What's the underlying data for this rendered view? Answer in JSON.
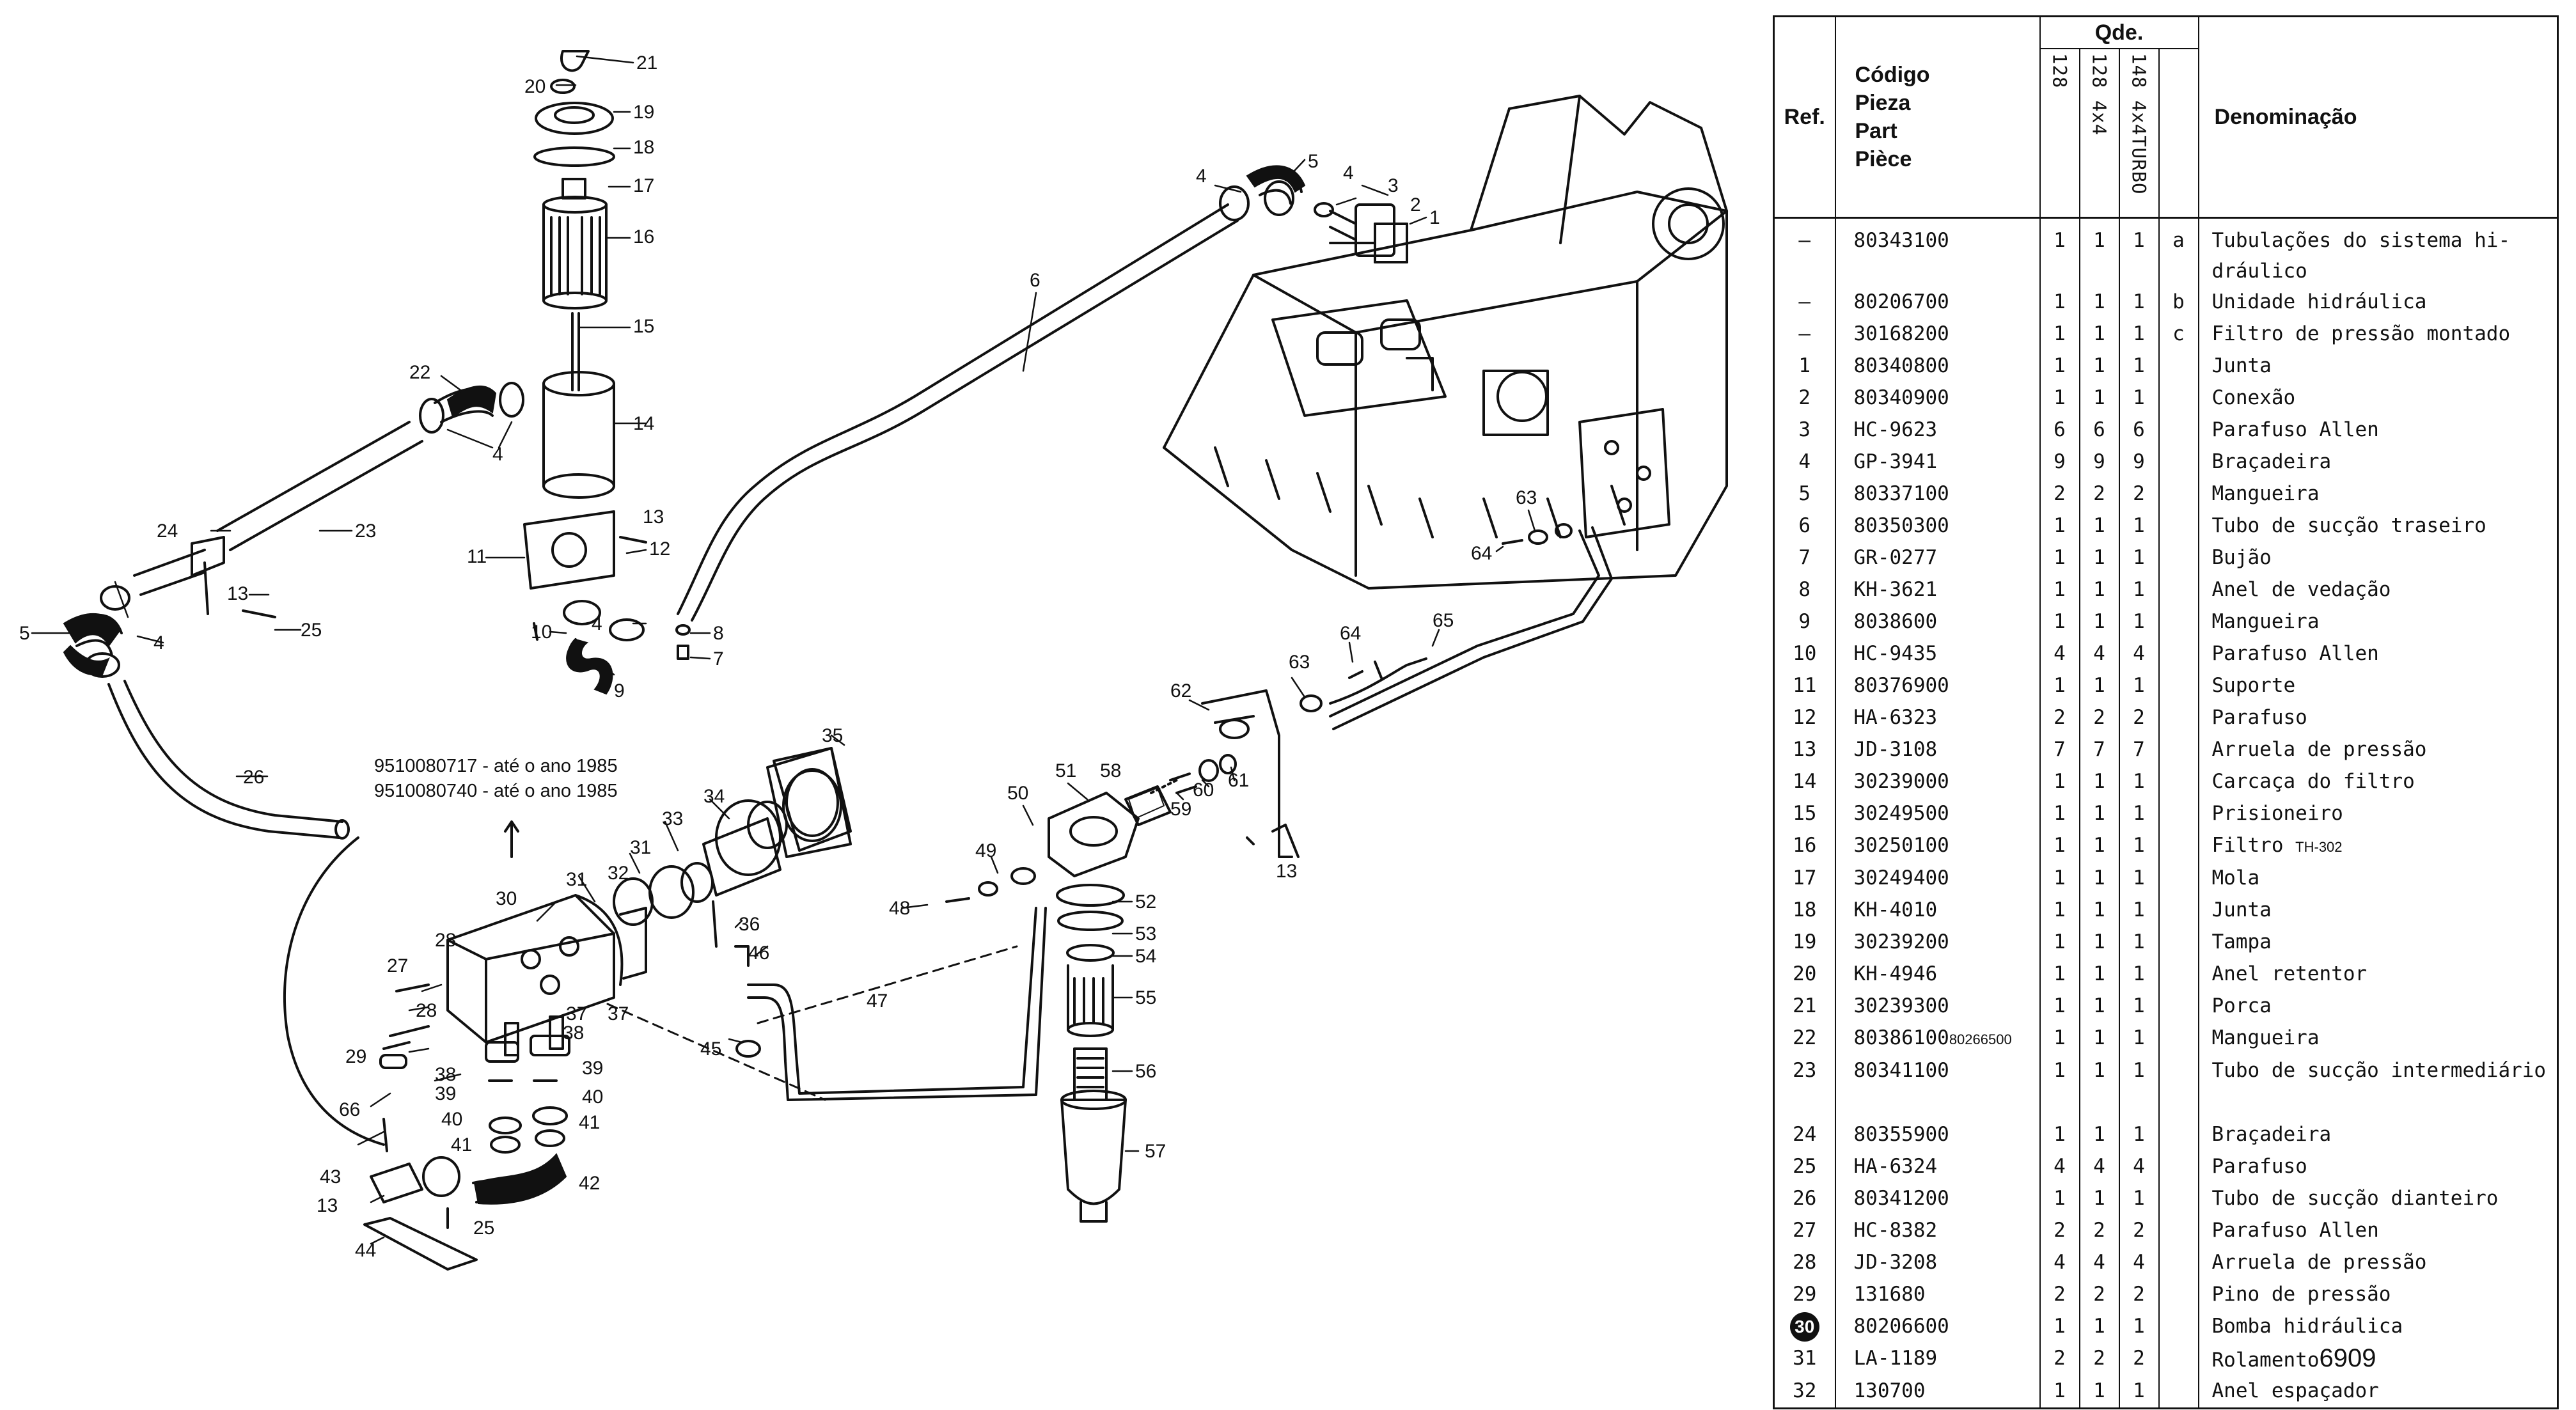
{
  "diagram": {
    "labels": [
      "1",
      "2",
      "3",
      "4",
      "4",
      "4",
      "4",
      "4",
      "5",
      "5",
      "6",
      "7",
      "8",
      "9",
      "10",
      "11",
      "12",
      "13",
      "13",
      "13",
      "13",
      "14",
      "15",
      "16",
      "17",
      "18",
      "19",
      "20",
      "21",
      "22",
      "23",
      "24",
      "25",
      "25",
      "26",
      "27",
      "28",
      "28",
      "29",
      "30",
      "31",
      "31",
      "32",
      "33",
      "34",
      "35",
      "36",
      "37",
      "37",
      "38",
      "38",
      "39",
      "39",
      "40",
      "40",
      "41",
      "41",
      "42",
      "43",
      "44",
      "45",
      "46",
      "47",
      "48",
      "49",
      "50",
      "51",
      "52",
      "53",
      "54",
      "55",
      "56",
      "57",
      "58",
      "59",
      "60",
      "61",
      "62",
      "63",
      "63",
      "64",
      "64",
      "65",
      "66"
    ],
    "note_line1": "9510080717 - até o ano 1985",
    "note_line2": "9510080740 - até o ano 1985"
  },
  "table": {
    "headers": {
      "ref": "Ref.",
      "code": [
        "Código",
        "Pieza",
        "Part",
        "Pièce"
      ],
      "qde": "Qde.",
      "models": [
        "128",
        "128 4x4",
        "148 4x4TURBO"
      ],
      "denomination": "Denominação"
    },
    "rows": [
      {
        "ref": "–",
        "code": "80343100",
        "q": [
          "1",
          "1",
          "1"
        ],
        "letter": "a",
        "name": "Tubulações do sistema hi-",
        "name2": "dráulico"
      },
      {
        "ref": "–",
        "code": "80206700",
        "q": [
          "1",
          "1",
          "1"
        ],
        "letter": "b",
        "name": "Unidade hidráulica"
      },
      {
        "ref": "–",
        "code": "30168200",
        "q": [
          "1",
          "1",
          "1"
        ],
        "letter": "c",
        "name": "Filtro de pressão montado"
      },
      {
        "ref": "1",
        "code": "80340800",
        "q": [
          "1",
          "1",
          "1"
        ],
        "letter": "",
        "name": "Junta"
      },
      {
        "ref": "2",
        "code": "80340900",
        "q": [
          "1",
          "1",
          "1"
        ],
        "letter": "",
        "name": "Conexão"
      },
      {
        "ref": "3",
        "code": "HC-9623",
        "q": [
          "6",
          "6",
          "6"
        ],
        "letter": "",
        "name": "Parafuso Allen"
      },
      {
        "ref": "4",
        "code": "GP-3941",
        "q": [
          "9",
          "9",
          "9"
        ],
        "letter": "",
        "name": "Braçadeira"
      },
      {
        "ref": "5",
        "code": "80337100",
        "q": [
          "2",
          "2",
          "2"
        ],
        "letter": "",
        "name": "Mangueira"
      },
      {
        "ref": "6",
        "code": "80350300",
        "q": [
          "1",
          "1",
          "1"
        ],
        "letter": "",
        "name": "Tubo de sucção traseiro"
      },
      {
        "ref": "7",
        "code": "GR-0277",
        "q": [
          "1",
          "1",
          "1"
        ],
        "letter": "",
        "name": "Bujão"
      },
      {
        "ref": "8",
        "code": "KH-3621",
        "q": [
          "1",
          "1",
          "1"
        ],
        "letter": "",
        "name": "Anel de vedação"
      },
      {
        "ref": "9",
        "code": "8038600",
        "q": [
          "1",
          "1",
          "1"
        ],
        "letter": "",
        "name": "Mangueira"
      },
      {
        "ref": "10",
        "code": "HC-9435",
        "q": [
          "4",
          "4",
          "4"
        ],
        "letter": "",
        "name": "Parafuso Allen"
      },
      {
        "ref": "11",
        "code": "80376900",
        "q": [
          "1",
          "1",
          "1"
        ],
        "letter": "",
        "name": "Suporte"
      },
      {
        "ref": "12",
        "code": "HA-6323",
        "q": [
          "2",
          "2",
          "2"
        ],
        "letter": "",
        "name": "Parafuso"
      },
      {
        "ref": "13",
        "code": "JD-3108",
        "q": [
          "7",
          "7",
          "7"
        ],
        "letter": "",
        "name": "Arruela de pressão"
      },
      {
        "ref": "14",
        "code": "30239000",
        "q": [
          "1",
          "1",
          "1"
        ],
        "letter": "",
        "name": "Carcaça do filtro"
      },
      {
        "ref": "15",
        "code": "30249500",
        "q": [
          "1",
          "1",
          "1"
        ],
        "letter": "",
        "name": "Prisioneiro"
      },
      {
        "ref": "16",
        "code": "30250100",
        "q": [
          "1",
          "1",
          "1"
        ],
        "letter": "",
        "name": "Filtro",
        "name_small": "TH-302"
      },
      {
        "ref": "17",
        "code": "30249400",
        "q": [
          "1",
          "1",
          "1"
        ],
        "letter": "",
        "name": "Mola"
      },
      {
        "ref": "18",
        "code": "KH-4010",
        "q": [
          "1",
          "1",
          "1"
        ],
        "letter": "",
        "name": "Junta"
      },
      {
        "ref": "19",
        "code": "30239200",
        "q": [
          "1",
          "1",
          "1"
        ],
        "letter": "",
        "name": "Tampa"
      },
      {
        "ref": "20",
        "code": "KH-4946",
        "q": [
          "1",
          "1",
          "1"
        ],
        "letter": "",
        "name": "Anel retentor"
      },
      {
        "ref": "21",
        "code": "30239300",
        "q": [
          "1",
          "1",
          "1"
        ],
        "letter": "",
        "name": "Porca"
      },
      {
        "ref": "22",
        "code": "80386100",
        "code_small": "80266500",
        "q": [
          "1",
          "1",
          "1"
        ],
        "letter": "",
        "name": "Mangueira"
      },
      {
        "ref": "23",
        "code": "80341100",
        "q": [
          "1",
          "1",
          "1"
        ],
        "letter": "",
        "name": "Tubo de sucção intermediário"
      },
      {
        "ref": "24",
        "code": "80355900",
        "q": [
          "1",
          "1",
          "1"
        ],
        "letter": "",
        "name": "Braçadeira"
      },
      {
        "ref": "25",
        "code": "HA-6324",
        "q": [
          "4",
          "4",
          "4"
        ],
        "letter": "",
        "name": "Parafuso"
      },
      {
        "ref": "26",
        "code": "80341200",
        "q": [
          "1",
          "1",
          "1"
        ],
        "letter": "",
        "name": "Tubo de sucção dianteiro"
      },
      {
        "ref": "27",
        "code": "HC-8382",
        "q": [
          "2",
          "2",
          "2"
        ],
        "letter": "",
        "name": "Parafuso Allen"
      },
      {
        "ref": "28",
        "code": "JD-3208",
        "q": [
          "4",
          "4",
          "4"
        ],
        "letter": "",
        "name": "Arruela de pressão"
      },
      {
        "ref": "29",
        "code": "131680",
        "q": [
          "2",
          "2",
          "2"
        ],
        "letter": "",
        "name": "Pino de pressão"
      },
      {
        "ref": "30",
        "code": "80206600",
        "q": [
          "1",
          "1",
          "1"
        ],
        "letter": "",
        "name": "Bomba hidráulica",
        "circled": true
      },
      {
        "ref": "31",
        "code": "LA-1189",
        "q": [
          "2",
          "2",
          "2"
        ],
        "letter": "",
        "name": "Rolamento",
        "name_hand": "6909"
      },
      {
        "ref": "32",
        "code": "130700",
        "q": [
          "1",
          "1",
          "1"
        ],
        "letter": "",
        "name": "Anel espaçador"
      }
    ]
  }
}
